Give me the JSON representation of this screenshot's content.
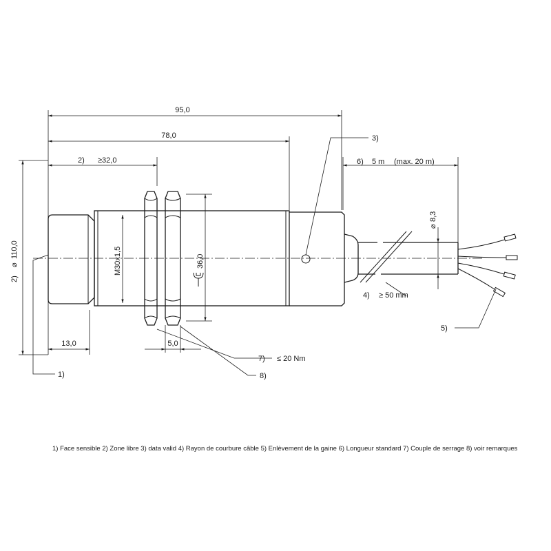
{
  "dimensions": {
    "total_length": "95,0",
    "housing_length": "78,0",
    "free_zone": "≥32,0",
    "free_zone_ref": "2)",
    "diameter": "110,0",
    "diameter_ref": "2)",
    "face_length": "13,0",
    "nut_width": "5,0",
    "thread": "M30x1,5",
    "across_flats": "36,0",
    "cable_diameter": "8,3",
    "cable_length_ref": "6)",
    "cable_length": "5 m",
    "cable_length_max": "(max. 20 m)",
    "bend_radius_ref": "4)",
    "bend_radius": "≥ 50 mm",
    "torque_ref": "7)",
    "torque": "≤ 20 Nm"
  },
  "callouts": {
    "c1": "1)",
    "c3": "3)",
    "c5": "5)",
    "c8": "8)"
  },
  "legend": "1) Face sensible  2) Zone libre  3) data valid  4) Rayon de courbure câble  5) Enlèvement de la gaine  6) Longueur standard  7) Couple de serrage  8) voir remarques"
}
